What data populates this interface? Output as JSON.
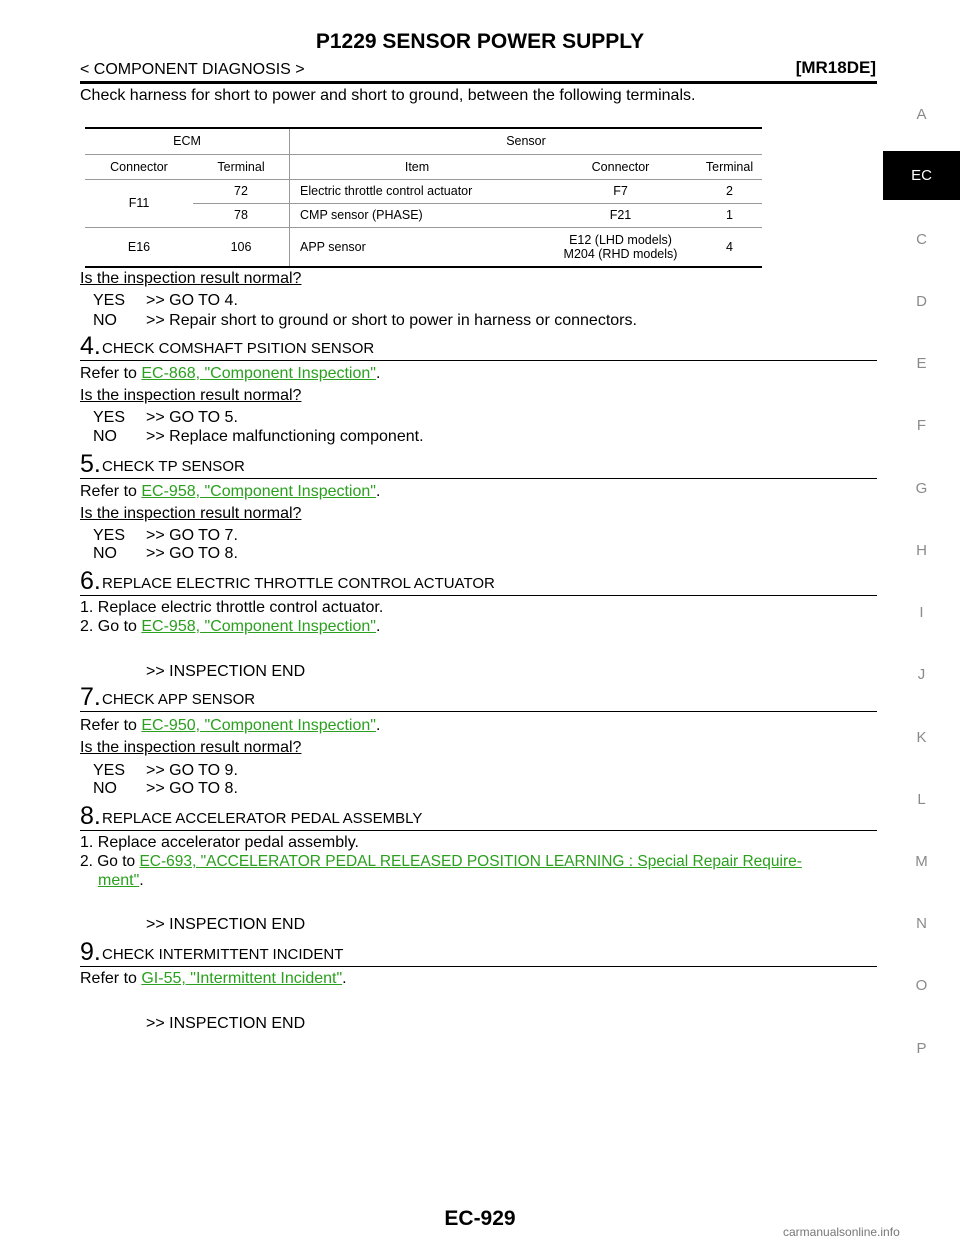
{
  "header": {
    "title": "P1229 SENSOR POWER SUPPLY",
    "breadcrumb": "< COMPONENT DIAGNOSIS >",
    "model": "[MR18DE]"
  },
  "intro": "Check harness for short to power and short to ground, between the following terminals.",
  "table": {
    "group_headers": [
      "ECM",
      "Sensor"
    ],
    "columns": [
      "Connector",
      "Terminal",
      "Item",
      "Connector",
      "Terminal"
    ],
    "rows": [
      {
        "connector": "F11",
        "terminal": "72",
        "item": "Electric throttle control actuator",
        "sensor_connector": "F7",
        "sensor_terminal": "2"
      },
      {
        "terminal": "78",
        "item": "CMP sensor (PHASE)",
        "sensor_connector": "F21",
        "sensor_terminal": "1"
      },
      {
        "connector": "E16",
        "terminal": "106",
        "item": "APP sensor",
        "sensor_connector_1": "E12 (LHD models)",
        "sensor_connector_2": "M204 (RHD models)",
        "sensor_terminal": "4"
      }
    ]
  },
  "question": "Is the inspection result normal?",
  "s3": {
    "yes": "YES",
    "yes_text": ">> GO TO 4.",
    "no": "NO",
    "no_text": ">> Repair short to ground or short to power in harness or connectors."
  },
  "s4": {
    "num": "4.",
    "title": "CHECK COMSHAFT PSITION SENSOR",
    "refer": "Refer to ",
    "link": "EC-868, \"Component Inspection\"",
    "period": ".",
    "yes": "YES",
    "yes_text": ">> GO TO 5.",
    "no": "NO",
    "no_text": ">> Replace malfunctioning component."
  },
  "s5": {
    "num": "5.",
    "title": "CHECK TP SENSOR",
    "refer": "Refer to ",
    "link": "EC-958, \"Component Inspection\"",
    "period": ".",
    "yes": "YES",
    "yes_text": ">> GO TO 7.",
    "no": "NO",
    "no_text": ">> GO TO 8."
  },
  "s6": {
    "num": "6.",
    "title": "REPLACE ELECTRIC THROTTLE CONTROL ACTUATOR",
    "item1": "1.  Replace electric throttle control actuator.",
    "item2": "2.  Go to ",
    "link": "EC-958, \"Component Inspection\"",
    "period": ".",
    "end": ">> INSPECTION END"
  },
  "s7": {
    "num": "7.",
    "title": "CHECK APP SENSOR",
    "refer": "Refer to ",
    "link": "EC-950, \"Component Inspection\"",
    "period": ".",
    "yes": "YES",
    "yes_text": ">> GO TO 9.",
    "no": "NO",
    "no_text": ">> GO TO 8."
  },
  "s8": {
    "num": "8.",
    "title": "REPLACE ACCELERATOR PEDAL ASSEMBLY",
    "item1": "1.  Replace accelerator pedal assembly.",
    "item2": "2.  Go to ",
    "link": "EC-693, \"ACCELERATOR PEDAL RELEASED POSITION LEARNING : Special Repair Require-",
    "link_cont": "ment\"",
    "period": ".",
    "end": ">> INSPECTION END"
  },
  "s9": {
    "num": "9.",
    "title": "CHECK INTERMITTENT INCIDENT",
    "refer": "Refer to ",
    "link": "GI-55, \"Intermittent Incident\"",
    "period": ".",
    "end": ">> INSPECTION END"
  },
  "side_tabs": [
    "A",
    "EC",
    "C",
    "D",
    "E",
    "F",
    "G",
    "H",
    "I",
    "J",
    "K",
    "L",
    "M",
    "N",
    "O",
    "P"
  ],
  "footer": "EC-929",
  "watermark": "carmanualsonline.info"
}
